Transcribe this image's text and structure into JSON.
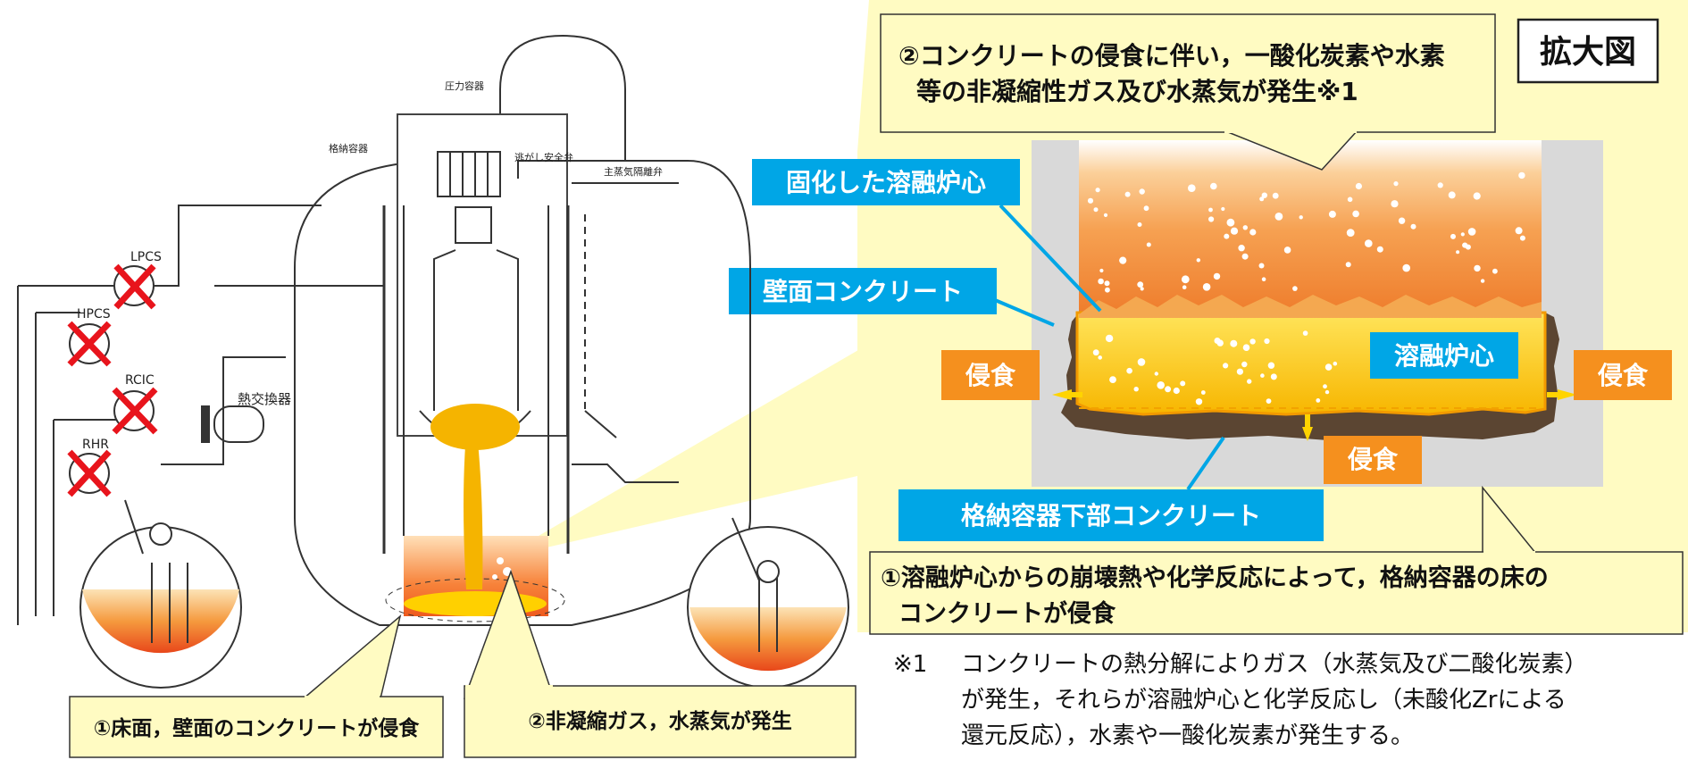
{
  "enlarged_title": "拡大図",
  "callout_top": [
    "②コンクリートの侵食に伴い，一酸化炭素や水素",
    "等の非凝縮性ガス及び水蒸気が発生※1"
  ],
  "callout_bottom": [
    "①溶融炉心からの崩壊熱や化学反応によって，格納容器の床の",
    "コンクリートが侵食"
  ],
  "blue_labels": {
    "solidified_core": "固化した溶融炉心",
    "wall_concrete": "壁面コンクリート",
    "molten_core": "溶融炉心",
    "lower_concrete": "格納容器下部コンクリート"
  },
  "erosion_label": "侵食",
  "left_diagram": {
    "pressure_vessel": "圧力容器",
    "containment": "格納容器",
    "relief_valve": "逃がし安全弁",
    "msiv": "主蒸気隔離弁",
    "heat_exchanger": "熱交換器",
    "pumps": [
      "LPCS",
      "HPCS",
      "RCIC",
      "RHR"
    ]
  },
  "bottom_callouts": [
    "①床面，壁面のコンクリートが侵食",
    "②非凝縮ガス，水蒸気が発生"
  ],
  "footnote": {
    "mark": "※1",
    "lines": [
      "コンクリートの熱分解によりガス（水蒸気及び二酸化炭素）",
      "が発生，それらが溶融炉心と化学反応し（未酸化Zrによる",
      "還元反応），水素や一酸化炭素が発生する。"
    ]
  },
  "colors": {
    "yellow_bg": "#fffbc2",
    "label_blue": "#00a6e6",
    "erosion_orange": "#f5901e",
    "concrete_gray": "#d9d9d9",
    "cross_red": "#e8141c"
  }
}
